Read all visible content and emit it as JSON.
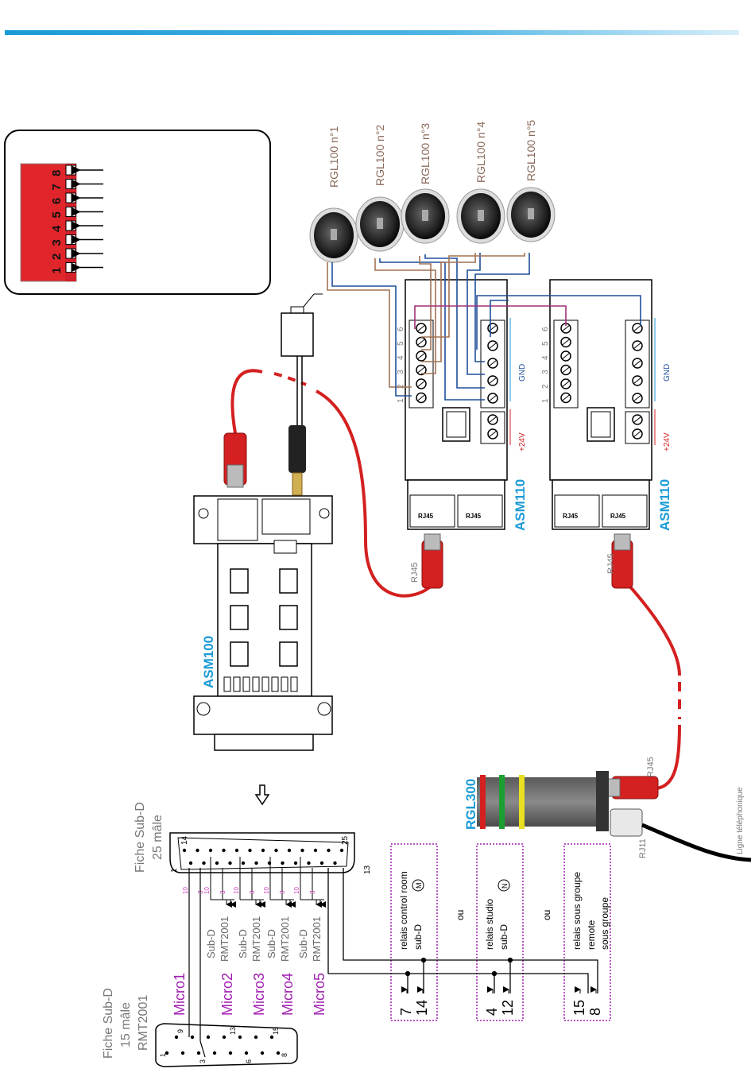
{
  "colors": {
    "accent_blue": "#1a9ad6",
    "accent_blue_light": "#cfeaf7",
    "magenta": "#a020b0",
    "red_cable": "#d42020",
    "wire_blue": "#1e4e9a",
    "wire_brown": "#a27253",
    "wire_magenta": "#a0307a",
    "grey_text": "#777777",
    "pin_magenta": "#d040c0"
  },
  "dip_switch": {
    "numbers": [
      "8",
      "7",
      "6",
      "5",
      "4",
      "3",
      "2",
      "1"
    ]
  },
  "rgl100": {
    "labels": [
      "RGL100 n°1",
      "RGL100 n°2",
      "RGL100 n°3",
      "RGL100 n°4",
      "RGL100 n°5"
    ]
  },
  "asm110": {
    "title": "ASM110",
    "terminal_numbers": [
      "1",
      "2",
      "3",
      "4",
      "5",
      "6"
    ],
    "gnd": "GND",
    "v24": "+24V",
    "rj45_port": "RJ45",
    "rj45_label": "RJ45"
  },
  "asm100": {
    "title": "ASM100"
  },
  "rgl300": {
    "title": "RGL300",
    "rj45": "RJ45",
    "rj11": "RJ11",
    "phone_line": "Ligne téléphonique"
  },
  "subd25": {
    "title_line1": "Fiche Sub-D",
    "title_line2": "25 mâle",
    "pin1": "1",
    "pin13": "13",
    "pin14": "14",
    "pin25": "25"
  },
  "subd15": {
    "title_line1": "Fiche Sub-D",
    "title_line2": "15 mâle",
    "title_line3": "RMT2001",
    "pin_labels": [
      "1",
      "3",
      "6",
      "8",
      "9",
      "13",
      "15"
    ]
  },
  "micros": [
    {
      "name": "Micro1",
      "sub": ""
    },
    {
      "name": "Micro2",
      "sub1": "Sub-D",
      "sub2": "RMT2001"
    },
    {
      "name": "Micro3",
      "sub1": "Sub-D",
      "sub2": "RMT2001"
    },
    {
      "name": "Micro4",
      "sub1": "Sub-D",
      "sub2": "RMT2001"
    },
    {
      "name": "Micro5",
      "sub1": "Sub-D",
      "sub2": "RMT2001"
    }
  ],
  "pin_small": {
    "ten": "10",
    "three": "3"
  },
  "relays": [
    {
      "line1": "relais control room",
      "line2": "sub-D",
      "symbol": "M",
      "pins_a": "7",
      "pins_b": "14"
    },
    {
      "line1": "relais studio",
      "line2": "sub-D",
      "symbol": "N",
      "pins_a": "4",
      "pins_b": "12"
    },
    {
      "line1": "relais sous groupe",
      "line2": "remote",
      "line3": "sous groupe",
      "pins_a": "15",
      "pins_b": "8"
    }
  ],
  "ou": "ou"
}
